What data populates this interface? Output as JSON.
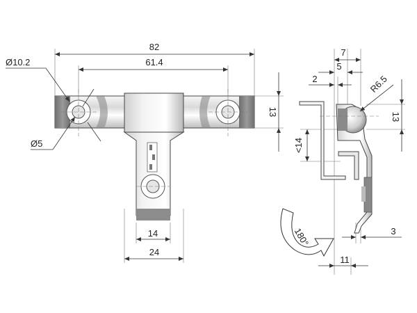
{
  "drawing": {
    "front_view": {
      "overall_width": "82",
      "hole_spacing": "61.4",
      "outer_diameter": "Ø10.2",
      "inner_diameter": "Ø5",
      "height": "13",
      "stem_width": "14",
      "base_width": "24"
    },
    "side_view": {
      "top_width": "7",
      "mid_width": "5",
      "offset": "2",
      "radius": "R6.5",
      "height": "13",
      "clearance": "<14",
      "thickness": "3",
      "depth": "11",
      "rotation": "180°"
    }
  }
}
